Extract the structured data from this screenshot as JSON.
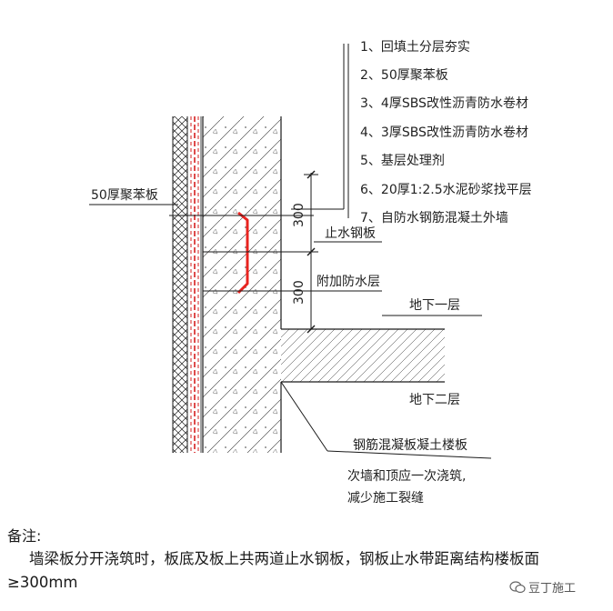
{
  "legend": [
    "1、回填土分层夯实",
    "2、50厚聚苯板",
    "3、4厚SBS改性沥青防水卷材",
    "4、3厚SBS改性沥青防水卷材",
    "5、基层处理剂",
    "6、20厚1:2.5水泥砂浆找平层",
    "7、自防水钢筋混凝土外墙"
  ],
  "labels": {
    "polystyrene": "50厚聚苯板",
    "waterstop": "止水钢板",
    "extra_waterproof": "附加防水层",
    "basement_1": "地下一层",
    "basement_2": "地下二层",
    "slab": "钢筋混凝板凝土楼板",
    "pour_note_line1": "次墙和顶应一次浇筑,",
    "pour_note_line2": "减少施工裂缝"
  },
  "dimensions": {
    "upper": "300",
    "lower": "300"
  },
  "note": {
    "title": "备注:",
    "body": "墙梁板分开浇筑时，板底及板上共两道止水钢板，钢板止水带距离结构楼板面≥300mm"
  },
  "watermark": "豆丁施工",
  "colors": {
    "waterstop": "#e8231f",
    "membrane": "#d62020",
    "line": "#1a1a1a"
  }
}
